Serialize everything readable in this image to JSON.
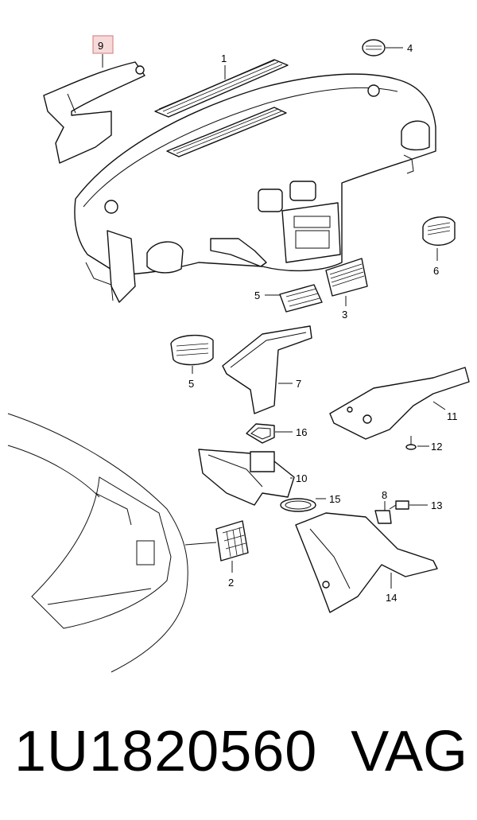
{
  "callouts": {
    "c1": "1",
    "c2": "2",
    "c3": "3",
    "c4": "4",
    "c5a": "5",
    "c5b": "5",
    "c6": "6",
    "c7": "7",
    "c8": "8",
    "c9": "9",
    "c10": "10",
    "c11": "11",
    "c12": "12",
    "c13": "13",
    "c14": "14",
    "c15": "15",
    "c16": "16"
  },
  "footer": {
    "part_number": "1U1820560",
    "brand": "VAG"
  },
  "colors": {
    "highlight_fill": "#f6dada",
    "highlight_stroke": "#d88a8a",
    "line": "#111111"
  }
}
